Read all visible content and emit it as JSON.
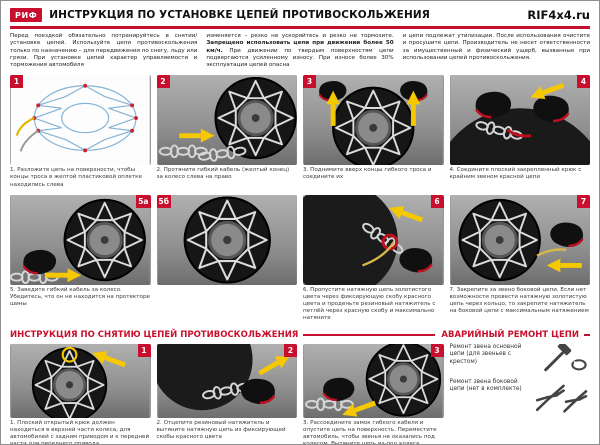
{
  "colors": {
    "accent": "#c8102e"
  },
  "header": {
    "logo": "РИФ",
    "title": "ИНСТРУКЦИЯ ПО УСТАНОВКЕ ЦЕПЕЙ ПРОТИВОСКОЛЬЖЕНИЯ",
    "site": "RIF4x4.ru"
  },
  "intro": {
    "col1": "Перед поездкой обязательно потренируйтесь в снятии/установке цепей. Используйте цепи противоскольжения только по назначению – для передвижения по снегу, льду или грязи. При установке цепей характер управляемости и торможения автомобиля",
    "col2a": "изменяется – резко не ускоряйтесь и резко не тормозите.",
    "col2b": "Запрещено использовать цепи при движении более 50 км/ч.",
    "col2c": "При движении по твердым поверхностям цепи подвергаются усиленному износу. При износе более 30% эксплуатация цепей опасна",
    "col3": "и цепи подлежат утилизации. После использования очистите и просушите цепи. Производитель не несет ответственности за имущественный и физический ущерб, вызванные при использовании цепей противоскольжения."
  },
  "install_steps": [
    {
      "num": "1",
      "caption": "1. Разложите цепь на поверхности, чтобы концы троса в желтой пластиковой оплетке находились слева"
    },
    {
      "num": "2",
      "caption": "2. Протяните гибкий кабель (желтый конец) за колесо слева на право"
    },
    {
      "num": "3",
      "caption": "3. Поднимите вверх концы гибкого троса и соедините их"
    },
    {
      "num": "4",
      "caption": "4. Соедините плоский закрепленный крюк с крайним звеном красной цепи"
    },
    {
      "num": "5а",
      "caption": "5. Заведите гибкий кабель за колесо. Убедитесь, что он не находится на протекторе шины"
    },
    {
      "num": "5б",
      "caption": ""
    },
    {
      "num": "6",
      "caption": "6. Пропустите натяжную цепь золотистого цвета через фиксирующую скобу красного цвета и проденьте резиновый натяжитель с петлёй через красную скобу и максимально натяните"
    },
    {
      "num": "7",
      "caption": "7. Закрепите за звено боковой цепи. Если нет возможности провести натяжную золотистую цепь через кольцо, то закрепите натяжитель на боковой цепи с максимальным натяжением"
    }
  ],
  "removal": {
    "title": "ИНСТРУКЦИЯ ПО СНЯТИЮ ЦЕПЕЙ ПРОТИВОСКОЛЬЖЕНИЯ",
    "steps": [
      {
        "num": "1",
        "caption": "1. Плоский открытый крюк должен находиться в верхней части колеса, для автомобилей с задним приводом и к передней части для переднего привода"
      },
      {
        "num": "2",
        "caption": "2. Отцепите резиновый натяжитель и вытяните натяжную цепь из фиксирующей скобы красного цвета"
      },
      {
        "num": "3",
        "caption": "3. Рассоедините замок гибкого кабеля и опустите цепь на поверхность. Переместите автомобиль, чтобы звенья не оказались под колесом. Вытяните цепь из-под колеса"
      }
    ]
  },
  "repair": {
    "title": "АВАРИЙНЫЙ РЕМОНТ ЦЕПИ",
    "items": [
      {
        "caption": "Ремонт звена основной цепи (для звеньев с крестом)"
      },
      {
        "caption": "Ремонт звена боковой цепи (нет в комплекте)"
      }
    ]
  }
}
